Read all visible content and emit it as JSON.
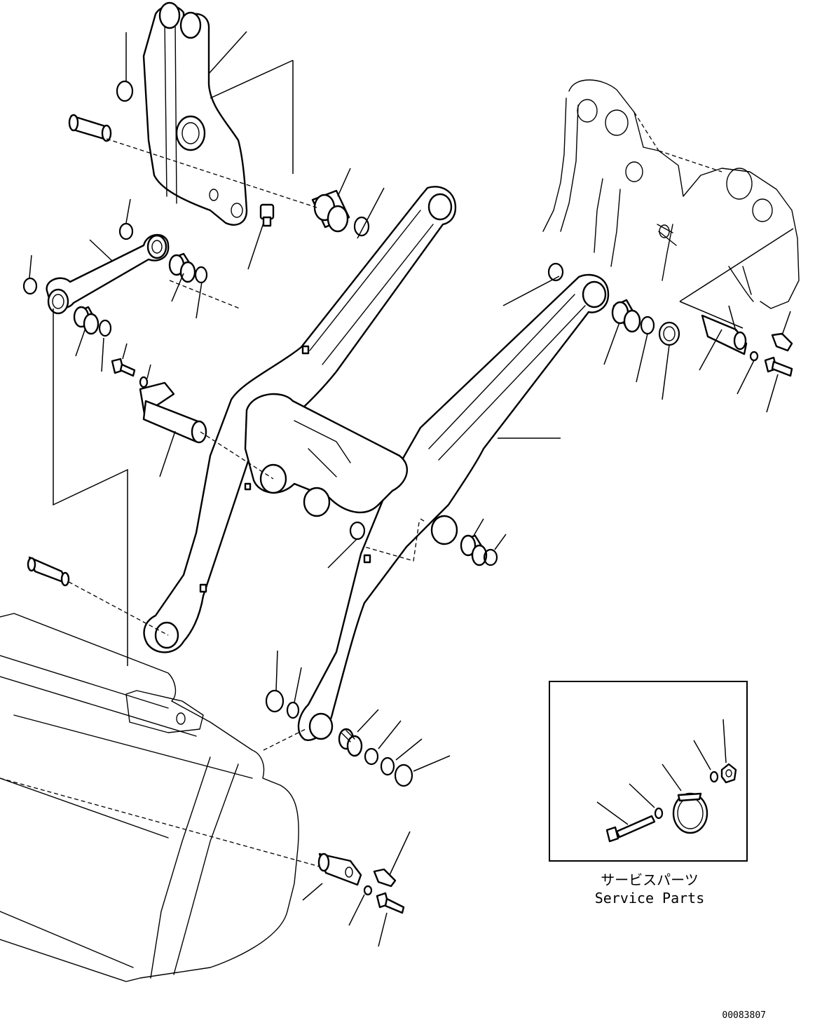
{
  "drawing": {
    "service_parts_label_jp": "サービスパーツ",
    "service_parts_label_en": "Service Parts",
    "illustration_number": "00083807"
  }
}
